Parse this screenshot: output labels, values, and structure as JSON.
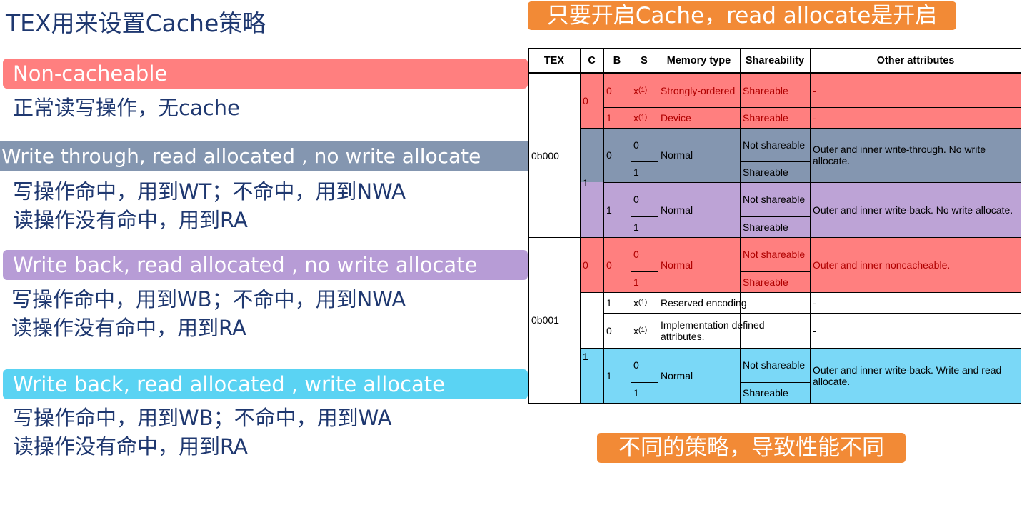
{
  "title": "TEX用来设置Cache策略",
  "callout_top": "只要开启Cache，read allocate是开启",
  "callout_bottom": "不同的策略，导致性能不同",
  "policies": [
    {
      "label": "Non-cacheable",
      "lines": [
        "正常读写操作，无cache"
      ]
    },
    {
      "label": "Write through, read allocated , no write allocate",
      "lines": [
        "写操作命中，用到WT；不命中，用到NWA",
        "读操作没有命中，用到RA"
      ]
    },
    {
      "label": "Write back, read allocated , no write allocate",
      "lines": [
        "写操作命中，用到WB；不命中，用到NWA",
        "读操作没有命中，用到RA"
      ]
    },
    {
      "label": "Write back, read allocated , write allocate",
      "lines": [
        "写操作命中，用到WB；不命中，用到WA",
        "读操作没有命中，用到RA"
      ]
    }
  ],
  "colors": {
    "red": "#ff7f7f",
    "slate": "#8496b0",
    "purple": "#bda3d6",
    "cyan": "#7ad8f7",
    "orange": "#f28a36",
    "title": "#1f3870"
  },
  "table": {
    "headers": {
      "tex": "TEX",
      "c": "C",
      "b": "B",
      "s": "S",
      "memory_type": "Memory type",
      "shareability": "Shareability",
      "other": "Other attributes"
    },
    "tex_values": [
      "0b000",
      "0b001"
    ],
    "c_values": [
      "0",
      "1",
      "0",
      "1"
    ],
    "rows": [
      {
        "b": "0",
        "s": "x",
        "s_sup": "(1)",
        "mem": "Strongly-ordered",
        "share": "Shareable",
        "other": "-"
      },
      {
        "b": "1",
        "s": "x",
        "s_sup": "(1)",
        "mem": "Device",
        "share": "Shareable",
        "other": "-"
      },
      {
        "b": "0",
        "s": [
          "0",
          "1"
        ],
        "mem": "Normal",
        "share": [
          "Not shareable",
          "Shareable"
        ],
        "other": "Outer and inner write-through. No write allocate."
      },
      {
        "b": "1",
        "s": [
          "0",
          "1"
        ],
        "mem": "Normal",
        "share": [
          "Not shareable",
          "Shareable"
        ],
        "other": "Outer and inner write-back. No write allocate."
      },
      {
        "b": "0",
        "s": [
          "0",
          "1"
        ],
        "mem": "Normal",
        "share": [
          "Not shareable",
          "Shareable"
        ],
        "other": "Outer and inner noncacheable."
      },
      {
        "b": "1",
        "s": "x",
        "s_sup": "(1)",
        "mem": "Reserved encoding",
        "share": "",
        "other": "-"
      },
      {
        "b": "0",
        "s": "x",
        "s_sup": "(1)",
        "mem": "Implementation defined attributes.",
        "share": "",
        "other": "-"
      },
      {
        "b": "1",
        "s": [
          "0",
          "1"
        ],
        "mem": "Normal",
        "share": [
          "Not shareable",
          "Shareable"
        ],
        "other": "Outer and inner write-back. Write and read allocate."
      }
    ]
  }
}
